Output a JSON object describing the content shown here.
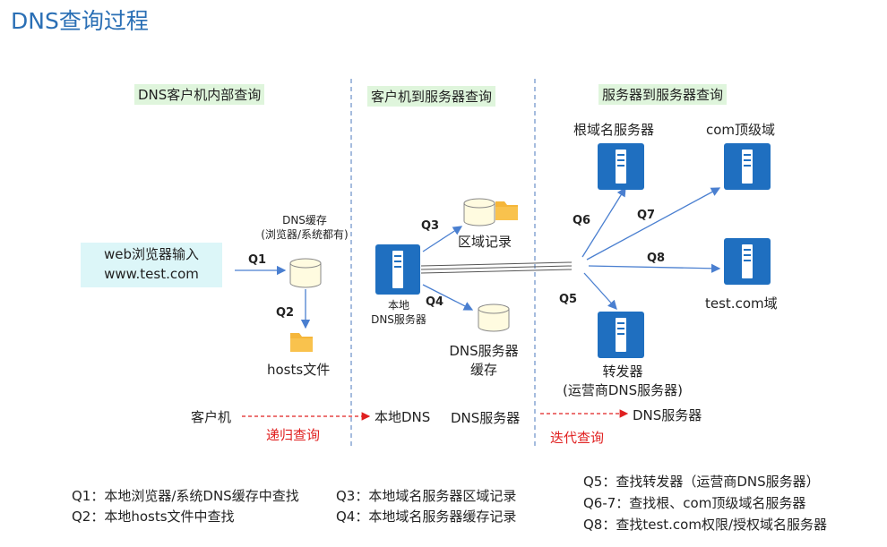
{
  "title": "DNS查询过程",
  "sections": {
    "client_internal": "DNS客户机内部查询",
    "client_to_server": "客户机到服务器查询",
    "server_to_server": "服务器到服务器查询"
  },
  "nodes": {
    "web_input_line1": "web浏览器输入",
    "web_input_line2": "www.test.com",
    "dns_cache_line1": "DNS缓存",
    "dns_cache_line2": "(浏览器/系统都有)",
    "hosts_file": "hosts文件",
    "zone_record": "区域记录",
    "local_dns_line1": "本地",
    "local_dns_line2": "DNS服务器",
    "dns_server_cache_line1": "DNS服务器",
    "dns_server_cache_line2": "缓存",
    "root_server": "根域名服务器",
    "com_tld": "com顶级域",
    "test_com": "test.com域",
    "forwarder_line1": "转发器",
    "forwarder_line2": "(运营商DNS服务器)"
  },
  "queries": {
    "q1": "Q1",
    "q2": "Q2",
    "q3": "Q3",
    "q4": "Q4",
    "q5": "Q5",
    "q6": "Q6",
    "q7": "Q7",
    "q8": "Q8"
  },
  "flow": {
    "client": "客户机",
    "local_dns": "本地DNS",
    "dns_server_a": "DNS服务器",
    "dns_server_b": "DNS服务器",
    "recursive": "递归查询",
    "iterative": "迭代查询"
  },
  "legend": {
    "q1": "Q1：本地浏览器/系统DNS缓存中查找",
    "q2": "Q2：本地hosts文件中查找",
    "q3": "Q3：本地域名服务器区域记录",
    "q4": "Q4：本地域名服务器缓存记录",
    "q5": "Q5：查找转发器（运营商DNS服务器）",
    "q67": "Q6-7：查找根、com顶级域名服务器",
    "q8": "Q8：查找test.com权限/授权域名服务器"
  },
  "colors": {
    "title": "#2a6fb5",
    "server": "#1f6fc0",
    "arrow": "#4a7fd0",
    "red": "#e02020",
    "header_bg": "#dff5dc",
    "web_box_bg": "#dcf6f8",
    "folder": "#f5b63a",
    "disk": "#fffbe0"
  },
  "icons": [
    "server-icon",
    "database-icon",
    "folder-icon"
  ]
}
